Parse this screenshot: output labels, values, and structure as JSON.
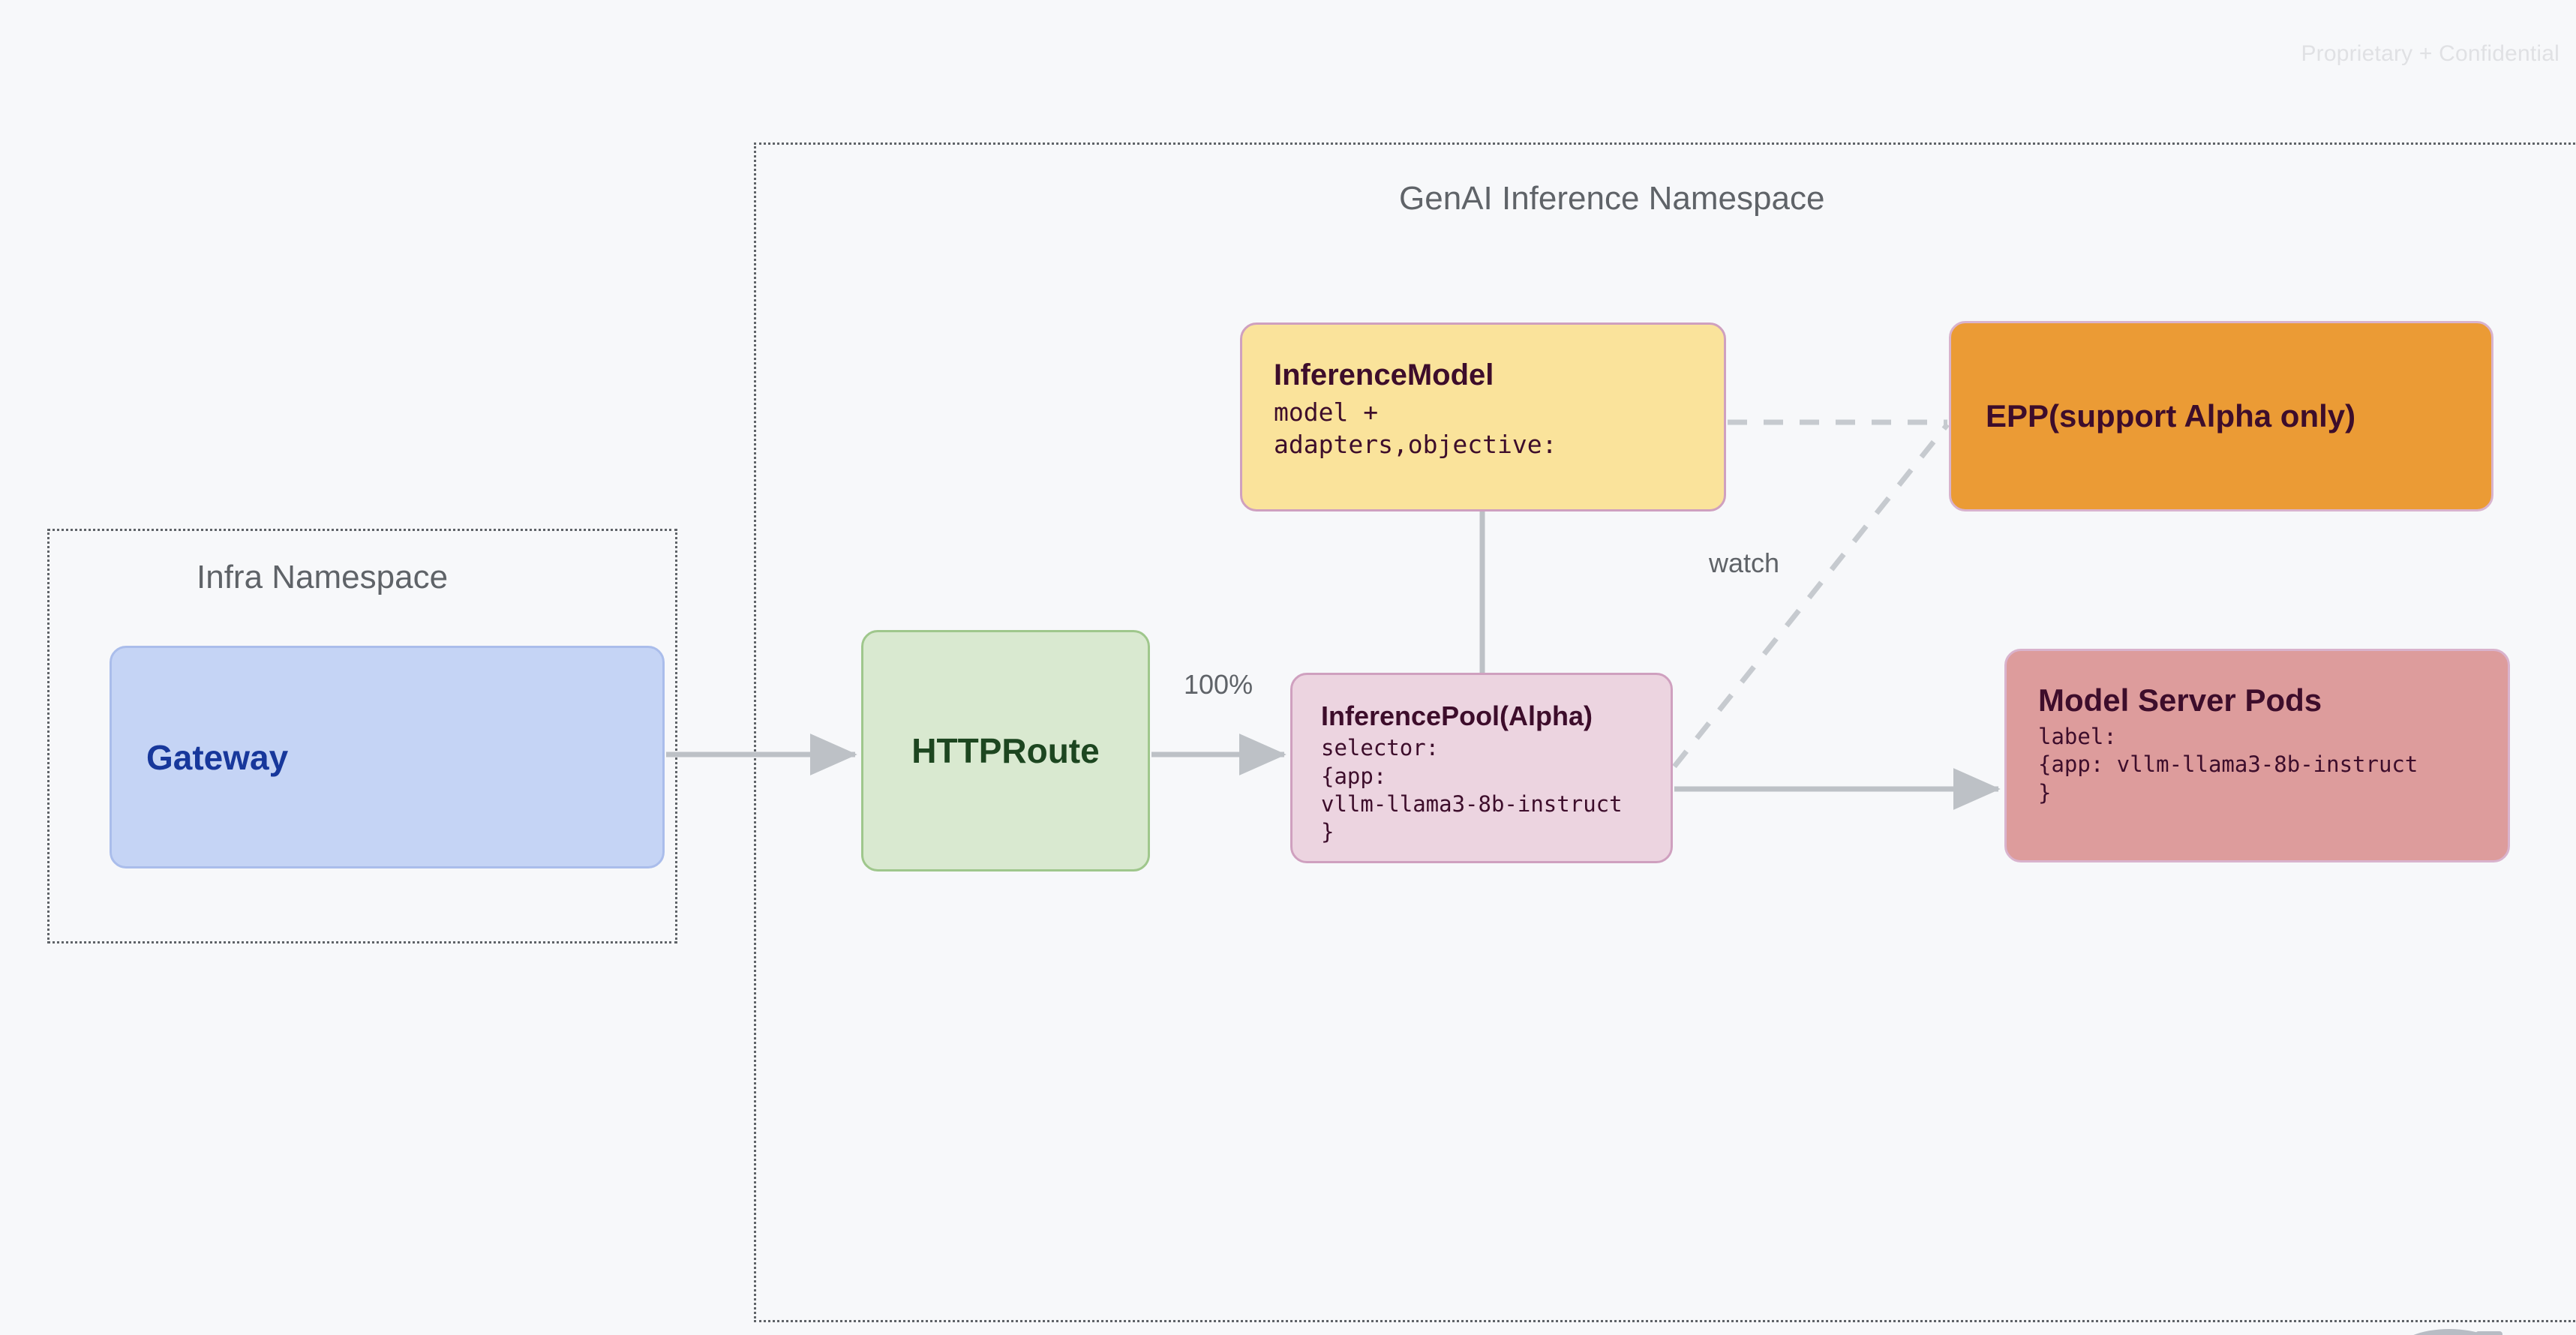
{
  "page": {
    "watermark": "Proprietary + Confidential",
    "background_color": "#f7f8fa"
  },
  "namespaces": [
    {
      "id": "infra",
      "title": "Infra Namespace",
      "border_color": "#5f6368",
      "border_style": "dotted"
    },
    {
      "id": "genai",
      "title": "GenAI Inference Namespace",
      "border_color": "#5f6368",
      "border_style": "dotted"
    }
  ],
  "nodes": {
    "gateway": {
      "title": "Gateway",
      "fill": "#c5d4f5",
      "border": "#aabdeb",
      "text_color": "#17379b"
    },
    "httproute": {
      "title": "HTTPRoute",
      "fill": "#d9e9d0",
      "border": "#9fc78c",
      "text_color": "#1d4620"
    },
    "inference_model": {
      "title": "InferenceModel",
      "body": "model +\nadapters,objective:",
      "fill": "#fae39b",
      "border": "#cfa0bf",
      "text_color": "#3d0d2b"
    },
    "inference_pool": {
      "title": "InferencePool(Alpha)",
      "body": "selector:\n{app:\nvllm-llama3-8b-instruct\n}",
      "fill": "#ecd4e0",
      "border": "#cfa0bf",
      "text_color": "#3d0d2b"
    },
    "epp": {
      "title": "EPP(support Alpha only)",
      "fill": "#eb9b35",
      "border": "#d9b3cd",
      "text_color": "#3d0d2b"
    },
    "model_server_pods": {
      "title": "Model Server Pods",
      "body": "label:\n{app: vllm-llama3-8b-instruct\n}",
      "fill": "#dd9c9c",
      "border": "#d9b3cd",
      "text_color": "#3d0d2b"
    }
  },
  "edges": [
    {
      "id": "gateway-to-httproute",
      "from": "gateway",
      "to": "httproute",
      "label": "",
      "style": "solid",
      "arrow": true
    },
    {
      "id": "httproute-to-inferencepool",
      "from": "httproute",
      "to": "inference_pool",
      "label": "100%",
      "style": "solid",
      "arrow": true
    },
    {
      "id": "inferencemodel-to-inferencepool",
      "from": "inference_model",
      "to": "inference_pool",
      "label": "",
      "style": "solid",
      "arrow": false
    },
    {
      "id": "inferencepool-to-pods",
      "from": "inference_pool",
      "to": "model_server_pods",
      "label": "",
      "style": "solid",
      "arrow": true
    },
    {
      "id": "inferencemodel-to-epp",
      "from": "inference_model",
      "to": "epp",
      "label": "",
      "style": "dashed",
      "arrow": false
    },
    {
      "id": "inferencepool-to-epp",
      "from": "inference_pool",
      "to": "epp",
      "label": "watch",
      "style": "dashed",
      "arrow": false
    }
  ],
  "edge_labels": {
    "percent": "100%",
    "watch": "watch"
  },
  "colors": {
    "connector": "#bdc1c6",
    "dashed_connector": "#c6cacf",
    "namespace_text": "#5f6368"
  }
}
